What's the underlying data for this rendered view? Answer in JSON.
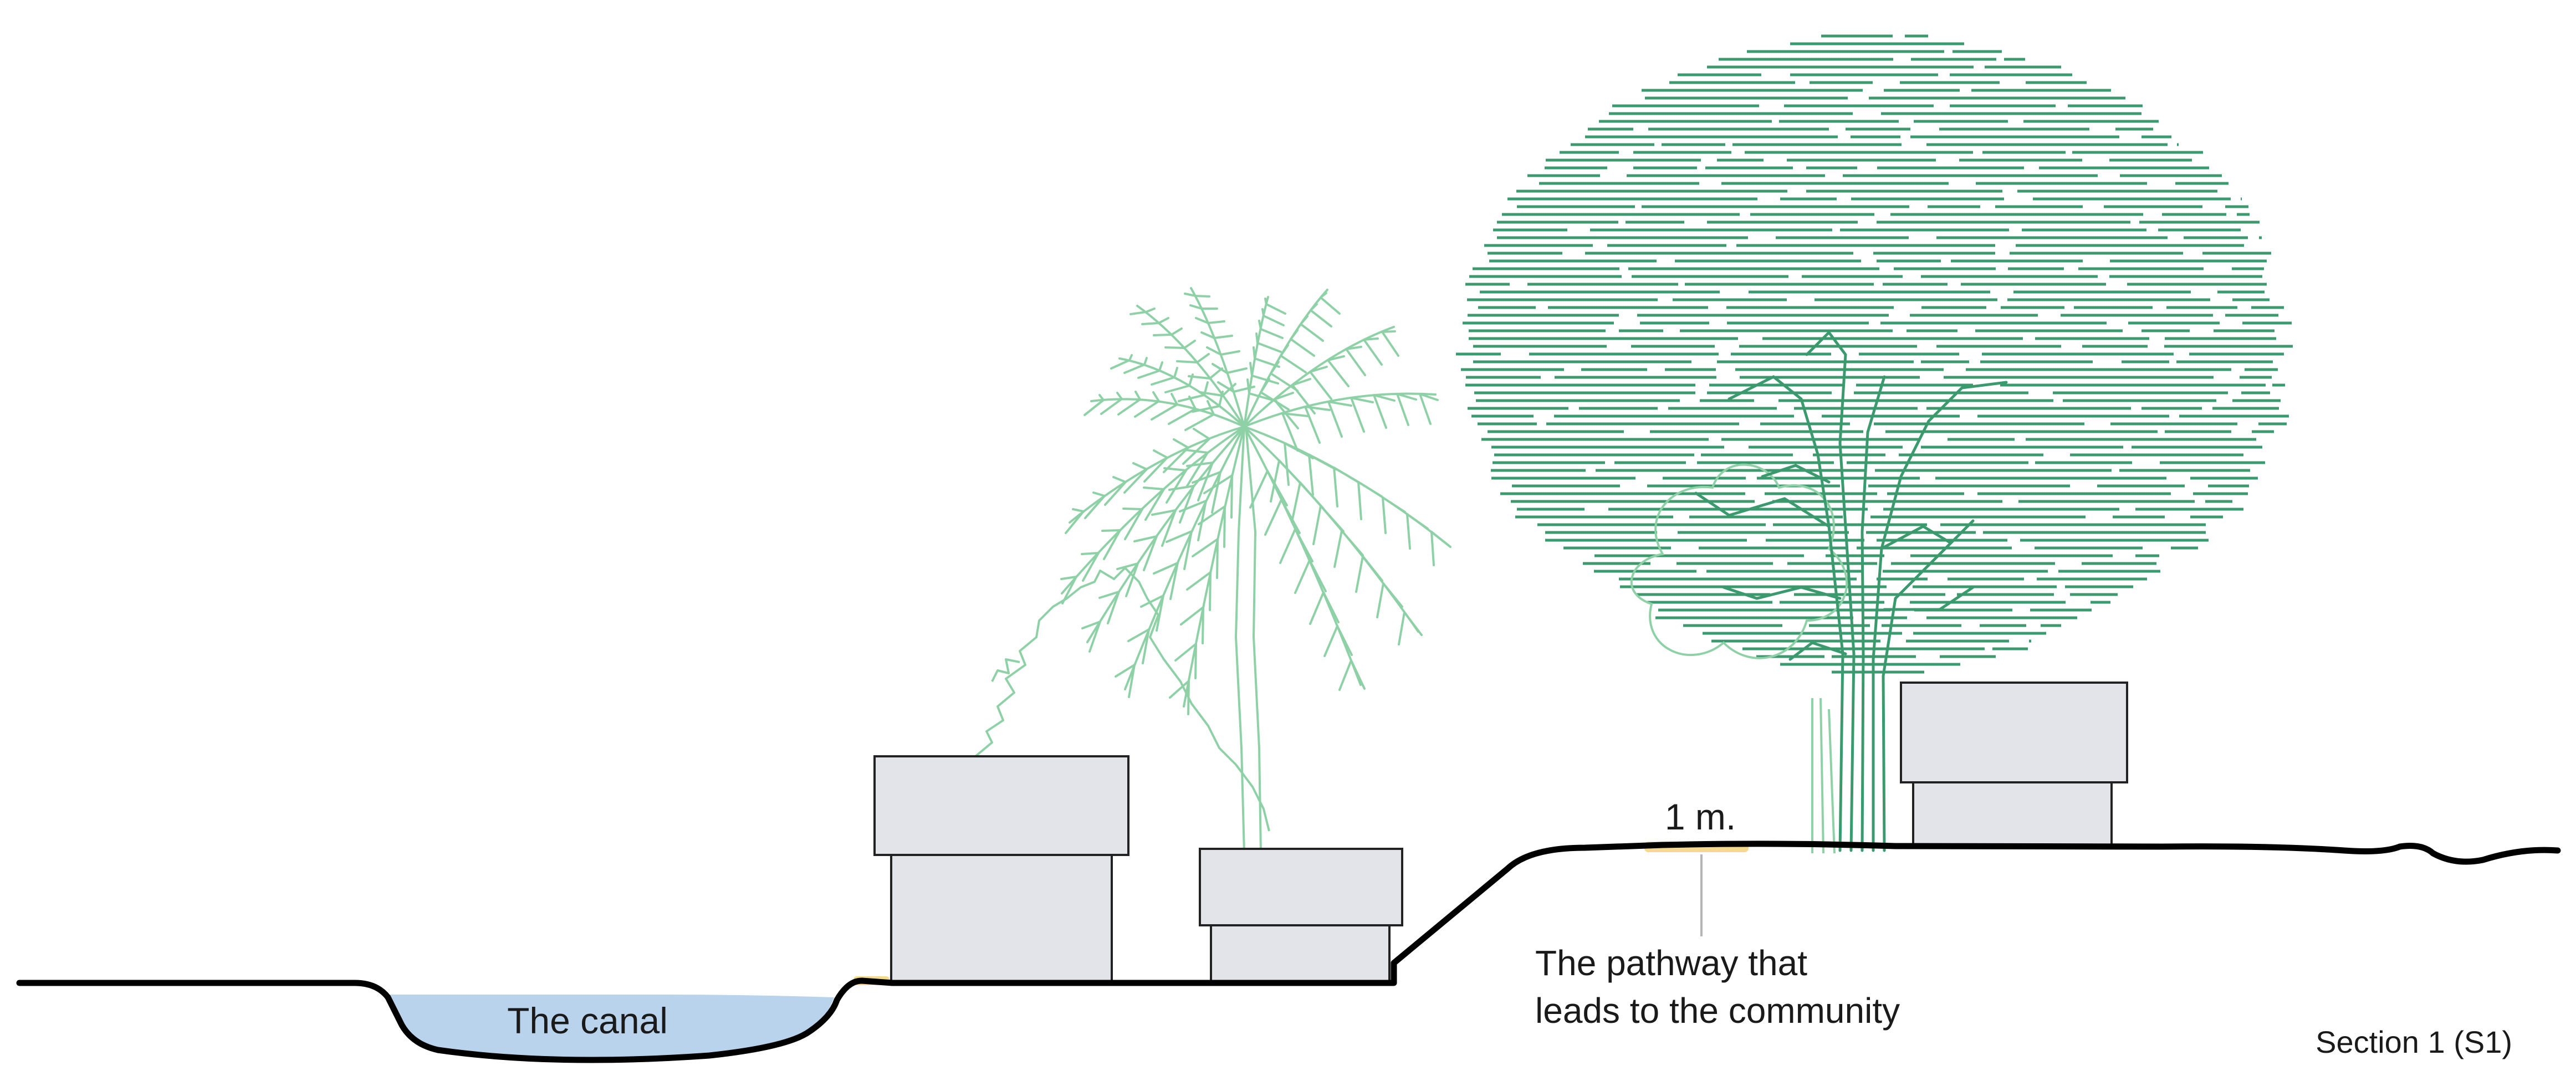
{
  "labels": {
    "canal": "The canal",
    "distance": "1 m.",
    "pathway_line1": "The pathway that",
    "pathway_line2": "leads to the community",
    "section": "Section 1 (S1)"
  },
  "colors": {
    "ground": "#000000",
    "water": "#b9d3ec",
    "pathway": "#f5d98e",
    "building_fill": "#e3e3ea",
    "building_stroke": "#222222",
    "tree_dark": "#3a9a6e",
    "tree_light": "#8fd1a6",
    "leader": "#b5b5b5"
  },
  "icons": [
    "palm-tree",
    "canopy-tree",
    "small-tree",
    "creeper"
  ]
}
